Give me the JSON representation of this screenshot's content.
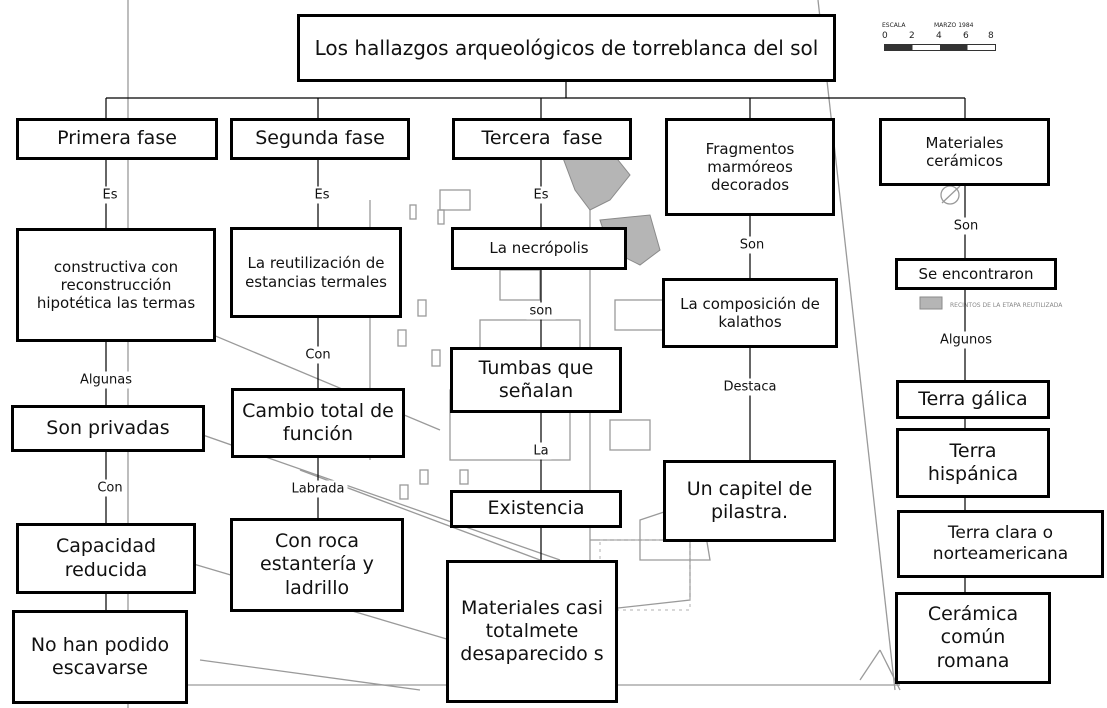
{
  "title": "Los hallazgos arqueológicos de torreblanca del sol",
  "map_scale": {
    "caption_left": "ESCALA",
    "caption_right": "MARZO 1984",
    "ticks": [
      "0",
      "2",
      "4",
      "6",
      "8"
    ]
  },
  "legend_text": "RECINTOS DE LA ETAPA REUTILIZADA",
  "columns": {
    "primera": {
      "header": "Primera fase",
      "link_1": "Es",
      "node_1": "constructiva con reconstrucción hipotética las termas",
      "link_2": "Algunas",
      "node_2": "Son privadas",
      "link_3": "Con",
      "node_3": "Capacidad reducida",
      "node_4": "No han podido escavarse"
    },
    "segunda": {
      "header": "Segunda fase",
      "link_1": "Es",
      "node_1": "La reutilización de estancias termales",
      "link_2": "Con",
      "node_2": "Cambio total de función",
      "link_3": "Labrada",
      "node_3": "Con roca estantería y ladrillo"
    },
    "tercera": {
      "header": "Tercera  fase",
      "link_1": "Es",
      "node_1": "La necrópolis",
      "link_2": "son",
      "node_2": "Tumbas que señalan",
      "link_3": "La",
      "node_3": "Existencia",
      "node_4": "Materiales casi totalmete desaparecido s"
    },
    "fragmentos": {
      "header": "Fragmentos marmóreos decorados",
      "link_1": "Son",
      "node_1": "La composición de kalathos",
      "link_2": "Destaca",
      "node_2": "Un capitel de pilastra."
    },
    "materiales": {
      "header": "Materiales cerámicos",
      "link_1": "Son",
      "node_1": "Se encontraron",
      "link_2": "Algunos",
      "items": [
        "Terra gálica",
        "Terra hispánica",
        "Terra clara o norteamericana",
        "Cerámica común romana"
      ]
    }
  }
}
